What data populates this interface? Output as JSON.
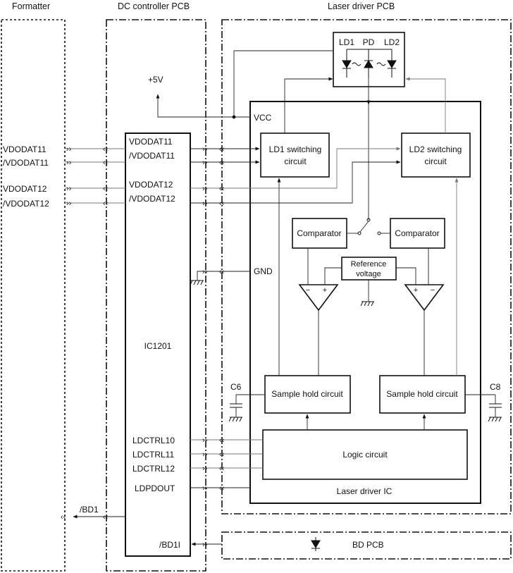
{
  "headers": {
    "formatter": "Formatter",
    "dc_controller": "DC controller PCB",
    "laser_driver": "Laser driver PCB"
  },
  "power": {
    "plus5v": "+5V",
    "vcc": "VCC",
    "gnd": "GND"
  },
  "laser_diode": {
    "ld1": "LD1",
    "pd": "PD",
    "ld2": "LD2"
  },
  "formatter_signals": [
    "VDODAT11",
    "/VDODAT11",
    "VDODAT12",
    "/VDODAT12"
  ],
  "ic1201": {
    "name": "IC1201",
    "pins_top": [
      "VDODAT11",
      "/VDODAT11",
      "VDODAT12",
      "/VDODAT12"
    ],
    "pins_bottom": [
      "LDCTRL10",
      "LDCTRL11",
      "LDCTRL12",
      "LDPDOUT"
    ],
    "bd_pin": "/BD1I"
  },
  "bd_signal": "/BD1",
  "laser_driver_ic": {
    "name": "Laser driver IC",
    "ld1_switch": [
      "LD1 switching",
      "circuit"
    ],
    "ld2_switch": [
      "LD2 switching",
      "circuit"
    ],
    "comparator_left": "Comparator",
    "comparator_right": "Comparator",
    "reference": [
      "Reference",
      "voltage"
    ],
    "sample_hold_left": "Sample hold circuit",
    "sample_hold_right": "Sample hold circuit",
    "logic": "Logic circuit"
  },
  "capacitors": {
    "left": "C6",
    "right": "C8"
  },
  "bd_pcb": "BD PCB"
}
